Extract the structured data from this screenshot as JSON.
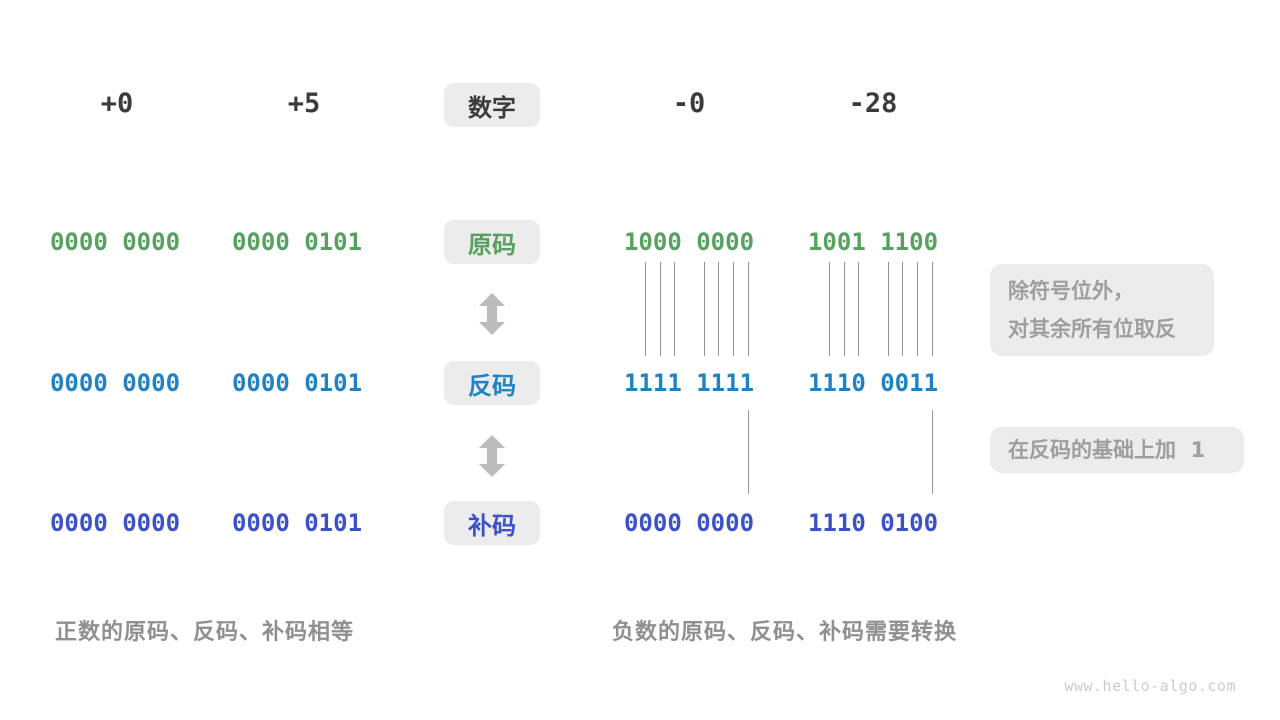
{
  "colors": {
    "sign_magnitude_green": "#57a05f",
    "ones_complement_blue": "#1f82c4",
    "twos_complement_indigo": "#3c50c8",
    "header_dark": "#3b3b3b",
    "note_gray": "#9e9e9e",
    "box_background": "#ececec",
    "tick_line": "#919191",
    "arrow_gray": "#bcbcbc",
    "caption_gray": "#8f8f8f",
    "watermark_gray": "#cccccc"
  },
  "header": {
    "tag": "数字",
    "cols": [
      "+0",
      "+5",
      "-0",
      "-28"
    ]
  },
  "rows": {
    "sign": {
      "tag": "原码",
      "values": [
        "0000 0000",
        "0000 0101",
        "1000 0000",
        "1001 1100"
      ]
    },
    "ones": {
      "tag": "反码",
      "values": [
        "0000 0000",
        "0000 0101",
        "1111 1111",
        "1110 0011"
      ]
    },
    "twos": {
      "tag": "补码",
      "values": [
        "0000 0000",
        "0000 0101",
        "0000 0000",
        "1110 0100"
      ]
    }
  },
  "notes": {
    "invert": {
      "line1": "除符号位外，",
      "line2": "对其余所有位取反"
    },
    "add_one": {
      "line1": "在反码的基础上加  1"
    }
  },
  "captions": {
    "positive": "正数的原码、反码、补码相等",
    "negative": "负数的原码、反码、补码需要转换"
  },
  "watermark": "www.hello-algo.com"
}
